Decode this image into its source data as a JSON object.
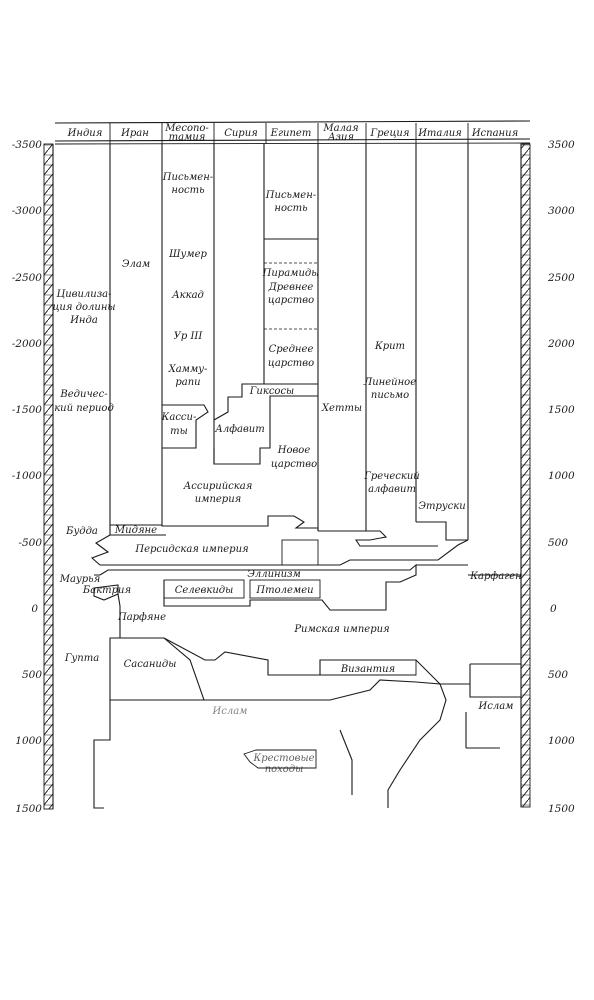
{
  "columns": [
    "Индия",
    "Иран",
    "Месопо-тамия",
    "Сирия",
    "Египет",
    "Малая Азия",
    "Греция",
    "Италия",
    "Испания"
  ],
  "left_axis_ticks": [
    "-3500",
    "-3000",
    "-2500",
    "-2000",
    "-1500",
    "-1000",
    "-500",
    "0",
    "500",
    "1000",
    "1500"
  ],
  "right_axis_ticks": [
    "3500",
    "3000",
    "2500",
    "2000",
    "1500",
    "1000",
    "500",
    "0",
    "500",
    "1000",
    "1500"
  ],
  "labels": {
    "india_civ": [
      "Цивилиза-",
      "ция долины",
      "Инда"
    ],
    "india_vedic": [
      "Ведичес-",
      "кий период"
    ],
    "india_buddha": "Будда",
    "india_maurya": "Маурья",
    "india_gupta": "Гупта",
    "iran_elam": "Элам",
    "iran_medes": "Мидяне",
    "iran_bactria": "Бактрия",
    "iran_parthians": "Парфяне",
    "iran_sassanids": "Сасаниды",
    "meso_writing": [
      "Письмен-",
      "ность"
    ],
    "meso_sumer": "Шумер",
    "meso_akkad": "Аккад",
    "meso_ur": "Ур III",
    "meso_hammurabi": [
      "Хамму-",
      "рапи"
    ],
    "meso_kassites": [
      "Касси-",
      "ты"
    ],
    "assyria": [
      "Ассирийская",
      "империя"
    ],
    "syria_alphabet": "Алфавит",
    "egypt_writing": [
      "Письмен-",
      "ность"
    ],
    "egypt_pyramids": "Пирамиды",
    "egypt_old": [
      "Древнее",
      "царство"
    ],
    "egypt_middle": [
      "Среднее",
      "царство"
    ],
    "egypt_hyksos": "Гиксосы",
    "egypt_new": [
      "Новое",
      "царство"
    ],
    "hittites": "Хетты",
    "greece_crete": "Крит",
    "greece_linear": [
      "Линейное",
      "письмо"
    ],
    "greece_alphabet": [
      "Греческий",
      "алфавит"
    ],
    "etruscans": "Этруски",
    "carthage": "Карфаген",
    "persian_empire": "Персидская империя",
    "hellenism": "Эллинизм",
    "seleucids": "Селевкиды",
    "ptolemies": "Птолемеи",
    "roman_empire": "Римская империя",
    "byzantium": "Византия",
    "islam_center": "Ислам",
    "islam_right": "Ислам",
    "crusades": [
      "Крестовые",
      "походы"
    ]
  }
}
